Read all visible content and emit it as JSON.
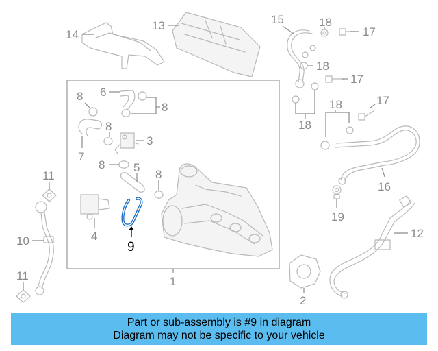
{
  "diagram": {
    "callouts": {
      "c1": "1",
      "c2": "2",
      "c3": "3",
      "c4": "4",
      "c5": "5",
      "c6": "6",
      "c7": "7",
      "c8a": "8",
      "c8b": "8",
      "c8c": "8",
      "c8d": "8",
      "c8e": "8",
      "c9": "9",
      "c10": "10",
      "c11a": "11",
      "c11b": "11",
      "c12": "12",
      "c13": "13",
      "c14": "14",
      "c15": "15",
      "c16": "16",
      "c17a": "17",
      "c17b": "17",
      "c17c": "17",
      "c18a": "18",
      "c18b": "18",
      "c18c": "18",
      "c18d": "18",
      "c19": "19"
    },
    "highlight_color": "#1a6fc4",
    "line_color": "#b9b9b9"
  },
  "banner": {
    "line1": "Part or sub-assembly is #9 in diagram",
    "line2": "Diagram may not be specific to your vehicle",
    "background": "#5bbcf0"
  }
}
